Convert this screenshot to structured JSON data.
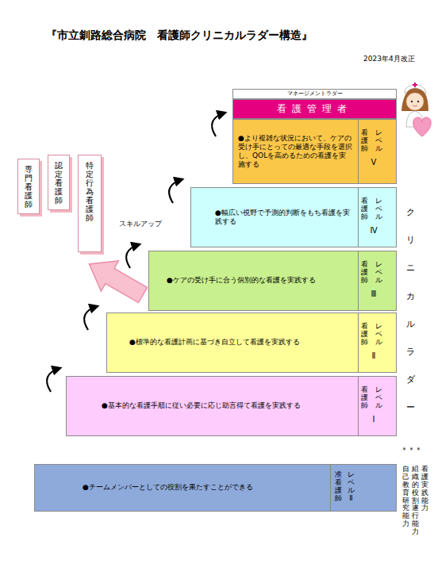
{
  "diagram": {
    "title": "『市立釧路総合病院　看護師クリニカルラダー構造』",
    "nodes": [
      {
        "text": [
          "マネージメントラダー"
        ]
      },
      {
        "text": [
          "看護管理者"
        ]
      },
      {
        "text": [
          "●より複雑な状況において、ケアの受け手にとっての最適な手段を選択し、QOLを高めるための看護を実施する",
          "看護師",
          "レベル",
          "Ⅴ"
        ]
      },
      {
        "text": [
          "●幅広い視野で予測的判断をもち看護を実践する",
          "看護師",
          "レベル",
          "Ⅳ"
        ]
      },
      {
        "text": [
          "●ケアの受け手に合う個別的な看護を実践する",
          "看護師",
          "レベル",
          "Ⅲ"
        ]
      },
      {
        "text": [
          "●標準的な看護計画に基づき自立して看護を実践する",
          "看護師",
          "レベル",
          "Ⅱ"
        ]
      },
      {
        "text": [
          "●基本的な看護手順に従い必要に応じ助言得て看護を実践する",
          "看護師",
          "レベル",
          "Ⅰ"
        ]
      },
      {
        "text": [
          "専門看護師"
        ]
      },
      {
        "text": [
          "認定看護師"
        ]
      },
      {
        "text": [
          "特定行為看護師"
        ]
      },
      {
        "text": [
          "●チームメンバーとしての役割を果たすことができる",
          "准看護師",
          "レベルⅡ"
        ]
      }
    ],
    "labels": [
      "2023年4月改正",
      "スキルアップ",
      "クリニカルラダー",
      "＊＊＊",
      "看護実践能力",
      "組織的役割遂行能力",
      "自己教育・研究能力"
    ]
  }
}
